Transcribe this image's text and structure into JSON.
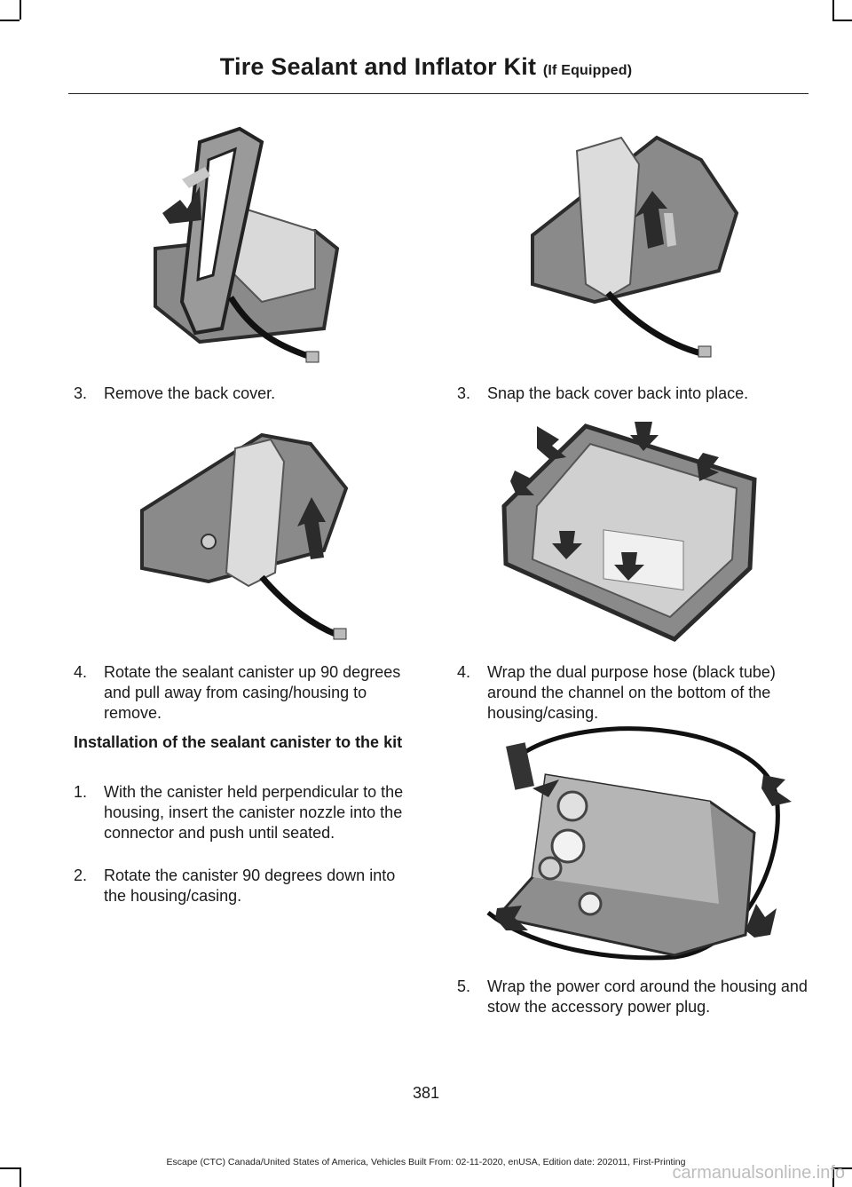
{
  "header": {
    "title": "Tire Sealant and Inflator Kit",
    "title_suffix": "(If Equipped)"
  },
  "left_column": {
    "step_remove_cover": {
      "number": "3.",
      "text": "Remove the back cover."
    },
    "step_rotate": {
      "number": "4.",
      "text": "Rotate the sealant canister up 90 degrees and pull away from casing/housing to remove."
    },
    "install_heading": "Installation of the sealant canister to the kit",
    "step_insert": {
      "number": "1.",
      "text": "With the canister held perpendicular to the housing, insert the canister nozzle into the connector and push until seated."
    },
    "step_rotate_down": {
      "number": "2.",
      "text": "Rotate the canister 90 degrees down into the housing/casing."
    }
  },
  "right_column": {
    "step_snap": {
      "number": "3.",
      "text": "Snap the back cover back into place."
    },
    "step_wrap_hose": {
      "number": "4.",
      "text": "Wrap the dual purpose hose (black tube) around the channel on the bottom of the housing/casing."
    },
    "step_wrap_cord": {
      "number": "5.",
      "text": "Wrap the power cord around the housing and stow the accessory power plug."
    }
  },
  "page_number": "381",
  "footer": "Escape (CTC) Canada/United States of America, Vehicles Built From: 02-11-2020, enUSA, Edition date: 202011, First-Printing",
  "watermark": "carmanualsonline.info",
  "colors": {
    "text": "#1a1a1a",
    "illustration_gray": "#8a8a8a",
    "arrow_gray": "#2b2b2b"
  }
}
